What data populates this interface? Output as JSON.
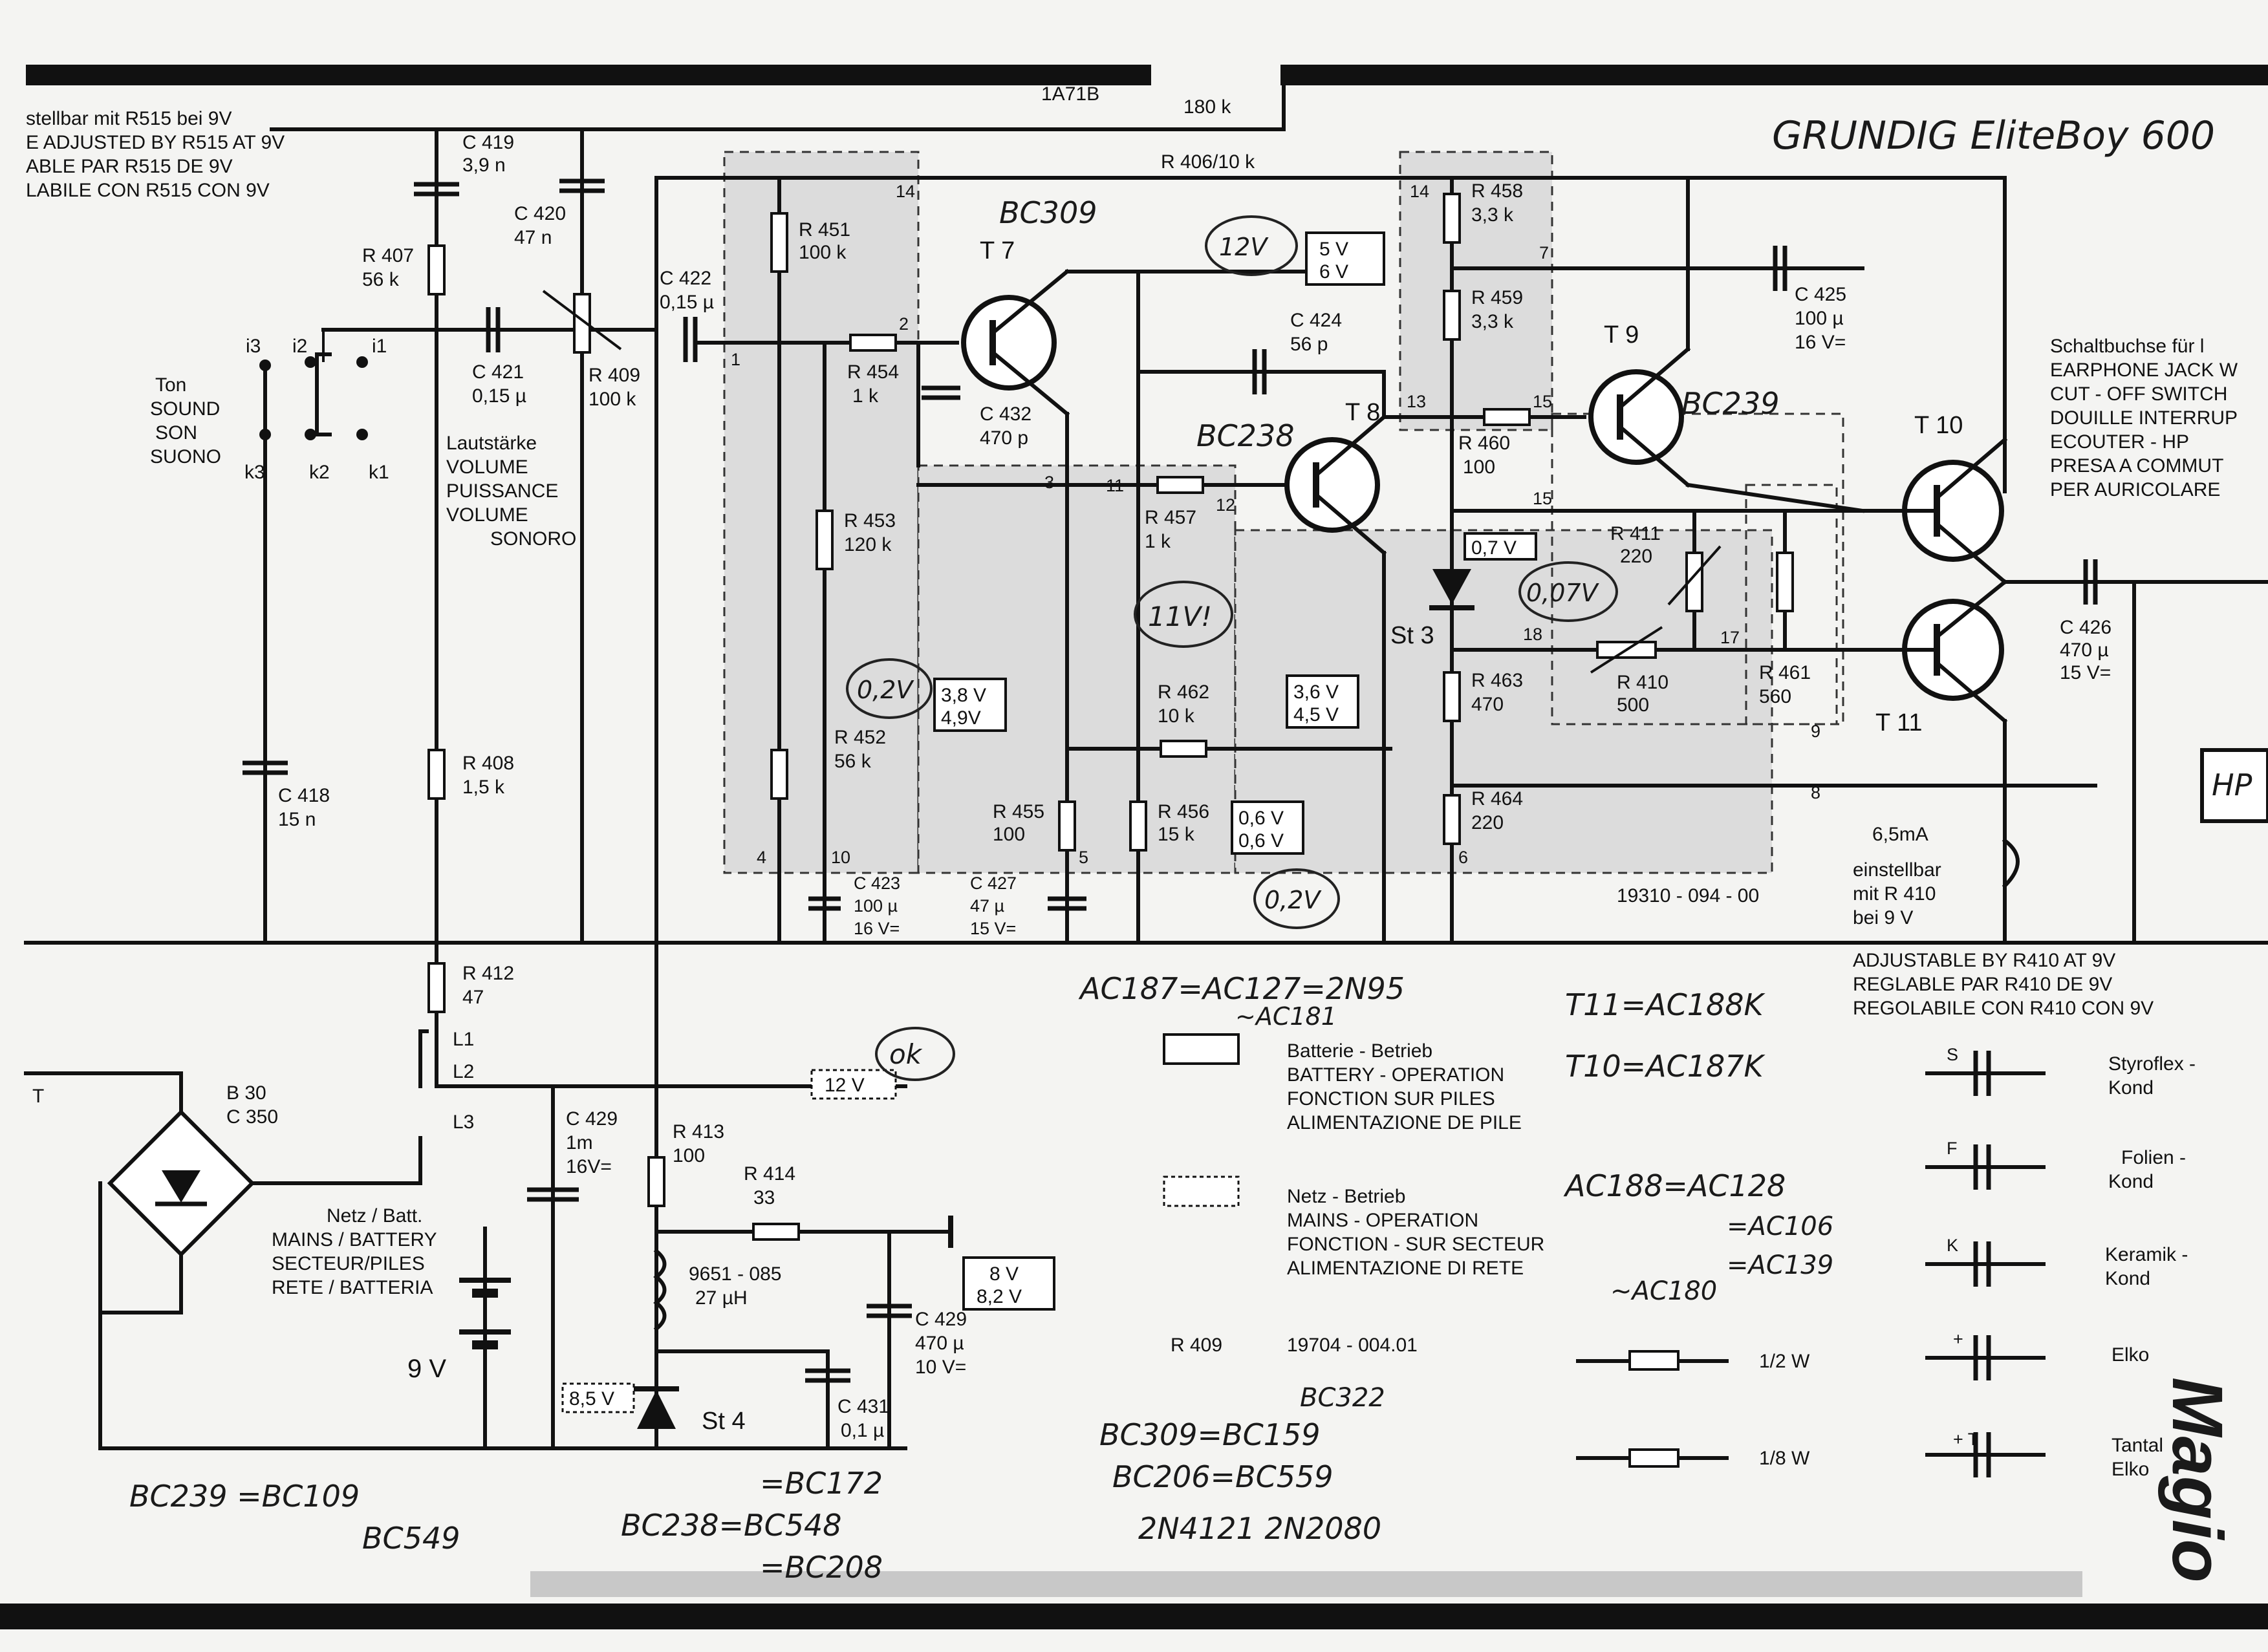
{
  "header": {
    "title_handwritten": "GRUNDIG EliteBoy 600",
    "top_note_lines": [
      "stellbar mit R515 bei 9V",
      "E ADJUSTED BY R515 AT 9V",
      "ABLE PAR R515 DE 9V",
      "LABILE CON R515 CON 9V"
    ],
    "top_label": "1A71B"
  },
  "components": {
    "r406_top": "180 k",
    "r406": "R 406/10 k",
    "c419": [
      "C 419",
      "3,9 n"
    ],
    "c420": [
      "C 420",
      "47 n"
    ],
    "r407": [
      "R 407",
      "56 k"
    ],
    "c421": [
      "C 421",
      "0,15 µ"
    ],
    "r409": [
      "R 409",
      "100 k"
    ],
    "c422": [
      "C 422",
      "0,15 µ"
    ],
    "r451": [
      "R 451",
      "100 k"
    ],
    "r454": [
      "R 454",
      "1 k"
    ],
    "c432": [
      "C 432",
      "470 p"
    ],
    "r453": [
      "R 453",
      "120 k"
    ],
    "r452": [
      "R 452",
      "56 k"
    ],
    "c423": [
      "C 423",
      "100 µ",
      "16 V="
    ],
    "c427": [
      "C 427",
      "47 µ",
      "15 V="
    ],
    "r455": [
      "R 455",
      "100"
    ],
    "r456": [
      "R 456",
      "15 k"
    ],
    "r457": [
      "R 457",
      "1 k"
    ],
    "r462": [
      "R 462",
      "10 k"
    ],
    "c424": [
      "C 424",
      "56 p"
    ],
    "r458": [
      "R 458",
      "3,3 k"
    ],
    "r459": [
      "R 459",
      "3,3 k"
    ],
    "r460": [
      "R 460",
      "100"
    ],
    "r463": [
      "R 463",
      "470"
    ],
    "r464": [
      "R 464",
      "220"
    ],
    "r411": [
      "R 411",
      "220"
    ],
    "r410": [
      "R 410",
      "500"
    ],
    "r461": [
      "R 461",
      "560"
    ],
    "c425": [
      "C 425",
      "100 µ",
      "16 V="
    ],
    "c426": [
      "C 426",
      "470 µ",
      "15 V="
    ],
    "c418": [
      "C 418",
      "15 n"
    ],
    "r408": [
      "R 408",
      "1,5 k"
    ],
    "r412": [
      "R 412",
      "47"
    ],
    "b30": [
      "B 30",
      "C 350"
    ],
    "c429a": [
      "C 429",
      "1m",
      "16V="
    ],
    "r413": [
      "R 413",
      "100"
    ],
    "r414": [
      "R 414",
      "33"
    ],
    "l_coil": [
      "9651 - 085",
      "27 µH"
    ],
    "c429b": [
      "C 429",
      "470 µ",
      "10 V="
    ],
    "c431": [
      "C 431",
      "0,1 µ"
    ],
    "battery": "9 V",
    "st3": "St 3",
    "st4": "St 4"
  },
  "transistors": [
    "T 7",
    "T 8",
    "T 9",
    "T 10",
    "T 11"
  ],
  "voltages": {
    "t8_collector": [
      "5 V",
      "6 V"
    ],
    "t7_base": [
      "3,8 V",
      "4,9V"
    ],
    "t8_emitter": [
      "3,6 V",
      "4,5 V"
    ],
    "low": [
      "0,6 V",
      "0,6 V"
    ],
    "st3": "0,7 V",
    "supply": "12 V",
    "reg": [
      "8 V",
      "8,2 V"
    ],
    "st4": "8,5 V"
  },
  "pins": [
    "14",
    "2",
    "1",
    "3",
    "4",
    "10",
    "5",
    "11",
    "12",
    "13",
    "15",
    "7",
    "18",
    "17",
    "6",
    "9",
    "8",
    "i1",
    "i2",
    "i3",
    "k1",
    "k2",
    "k3",
    "L1",
    "L2",
    "L3"
  ],
  "board_id": "19310 - 094 - 00",
  "labels": {
    "tone": [
      "Ton",
      "SOUND",
      "SON",
      "SUONO"
    ],
    "volume": [
      "Lautstärke",
      "VOLUME",
      "PUISSANCE",
      "VOLUME",
      "SONORO"
    ],
    "mains_batt": [
      "Netz / Batt.",
      "MAINS / BATTERY",
      "SECTEUR/PILES",
      "RETE / BATTERIA"
    ],
    "earphone": [
      "Schaltbuchse für l",
      "EARPHONE JACK W",
      "CUT - OFF SWITCH",
      "DOUILLE INTERRUP",
      "ECOUTER - HP",
      "PRESA A COMMUT",
      "PER AURICOLARE"
    ],
    "adjust": [
      "6,5mA",
      "einstellbar",
      "mit R 410",
      "bei 9 V"
    ],
    "adjust_lines": [
      "ADJUSTABLE BY R410 AT 9V",
      "REGLABLE PAR R410 DE 9V",
      "REGOLABILE CON R410 CON 9V"
    ],
    "hp": "HP",
    "mark_t": "T"
  },
  "legend": {
    "battery": [
      "Batterie - Betrieb",
      "BATTERY - OPERATION",
      "FONCTION SUR PILES",
      "ALIMENTAZIONE DE PILE"
    ],
    "mains": [
      "Netz - Betrieb",
      "MAINS - OPERATION",
      "FONCTION - SUR SECTEUR",
      "ALIMENTAZIONE DI RETE"
    ],
    "r409_part": [
      "R 409",
      "19704 - 004.01"
    ],
    "cap_types": [
      {
        "mark": "S",
        "name": [
          "Styroflex -",
          "Kond"
        ]
      },
      {
        "mark": "F",
        "name": [
          "Folien -",
          "Kond"
        ]
      },
      {
        "mark": "K",
        "name": [
          "Keramik -",
          "Kond"
        ]
      },
      {
        "mark": "+",
        "name": [
          "Elko"
        ]
      },
      {
        "mark": "+ T",
        "name": [
          "Tantal",
          "Elko"
        ]
      }
    ],
    "res_types": [
      "1/2 W",
      "1/8 W"
    ]
  },
  "handwritten": {
    "t7": "BC309",
    "t8": "BC238",
    "t9": "BC239",
    "n12v": "12V",
    "n02a": "0,2V",
    "n11v": "11V!",
    "n07v": "0,07V",
    "n02b": "0,2V",
    "ok": "ok",
    "ac187": "AC187=AC127=2N95",
    "ac181": "~AC181",
    "t11": "T11=AC188K",
    "t10": "T10=AC187K",
    "ac188": "AC188=AC128",
    "ac106": "=AC106",
    "ac139": "=AC139",
    "ac180": "~AC180",
    "bc322": "BC322",
    "bc309": "BC309=BC159",
    "bc206": "BC206=BC559",
    "n2n": "2N4121  2N2080",
    "bc239": "BC239 =BC109",
    "bc549": "BC549",
    "bc172": "=BC172",
    "bc238": "BC238=BC548",
    "bc208": "=BC208"
  },
  "watermark": "Magio"
}
